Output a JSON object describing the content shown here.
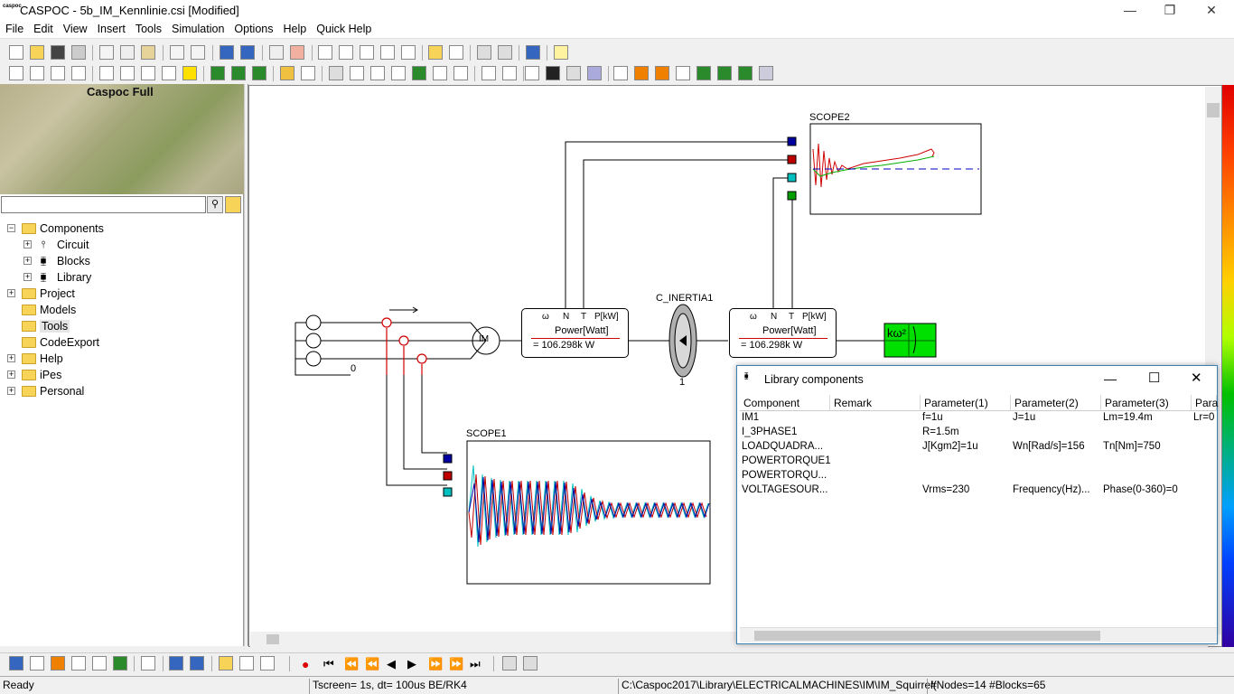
{
  "window": {
    "app_icon_text": "caspoc",
    "title": "CASPOC - 5b_IM_Kennlinie.csi [Modified]",
    "minimize": "—",
    "restore": "❐",
    "close": "✕"
  },
  "menu": [
    "File",
    "Edit",
    "View",
    "Insert",
    "Tools",
    "Simulation",
    "Options",
    "Help",
    "Quick Help"
  ],
  "left_panel": {
    "banner_title": "Caspoc Full",
    "search": {
      "value": "",
      "placeholder": ""
    },
    "tree": [
      {
        "label": "Components",
        "expander": "−",
        "icon": "folder-icon"
      },
      {
        "label": "Circuit",
        "expander": "+",
        "icon": "circuit-icon"
      },
      {
        "label": "Blocks",
        "expander": "+",
        "icon": "blocks-icon"
      },
      {
        "label": "Library",
        "expander": "+",
        "icon": "library-icon"
      },
      {
        "label": "Project",
        "expander": "+",
        "icon": "folder-icon"
      },
      {
        "label": "Models",
        "expander": "",
        "icon": "folder-icon"
      },
      {
        "label": "Tools",
        "expander": "",
        "icon": "folder-icon"
      },
      {
        "label": "CodeExport",
        "expander": "",
        "icon": "folder-icon"
      },
      {
        "label": "Help",
        "expander": "+",
        "icon": "folder-icon"
      },
      {
        "label": "iPes",
        "expander": "+",
        "icon": "folder-icon"
      },
      {
        "label": "Personal",
        "expander": "+",
        "icon": "folder-icon"
      }
    ]
  },
  "schematic": {
    "scope1_label": "SCOPE1",
    "scope2_label": "SCOPE2",
    "inertia_label": "C_INERTIA1",
    "inertia_value": "1",
    "ground_label": "0",
    "motor_label": "IM",
    "load_symbol": "kω²",
    "power_block_1": {
      "ports": [
        "ω",
        "N",
        "T",
        "P[kW]"
      ],
      "title": "Power[Watt]",
      "value": "= 106.298k W"
    },
    "power_block_2": {
      "ports": [
        "ω",
        "N",
        "T",
        "P[kW]"
      ],
      "title": "Power[Watt]",
      "value": "= 106.298k W"
    },
    "colors": {
      "wire": "#000000",
      "current_sensor": "#d00000",
      "scope_blue": "#0000a0",
      "scope_red": "#c00000",
      "scope_cyan": "#00c0c0",
      "scope_green": "#00a000",
      "load_block": "#00e000"
    }
  },
  "library_window": {
    "title": "Library components",
    "columns": [
      "Component",
      "Remark",
      "Parameter(1)",
      "Parameter(2)",
      "Parameter(3)",
      "Para"
    ],
    "rows": [
      [
        "IM1",
        "",
        "f=1u",
        "J=1u",
        "Lm=19.4m",
        "Lr=0"
      ],
      [
        "I_3PHASE1",
        "",
        "R=1.5m",
        "",
        "",
        ""
      ],
      [
        "LOADQUADRA...",
        "",
        "J[Kgm2]=1u",
        "Wn[Rad/s]=156",
        "Tn[Nm]=750",
        ""
      ],
      [
        "POWERTORQUE1",
        "",
        "",
        "",
        "",
        ""
      ],
      [
        "POWERTORQU...",
        "",
        "",
        "",
        "",
        ""
      ],
      [
        "VOLTAGESOUR...",
        "",
        "Vrms=230",
        "Frequency(Hz)...",
        "Phase(0-360)=0",
        ""
      ]
    ]
  },
  "status": {
    "state": "Ready",
    "timing": "Tscreen= 1s, dt= 100us BE/RK4",
    "path": "C:\\Caspoc2017\\Library\\ELECTRICALMACHINES\\IM\\IM_Squirrel(",
    "counts": "#Nodes=14 #Blocks=65"
  }
}
